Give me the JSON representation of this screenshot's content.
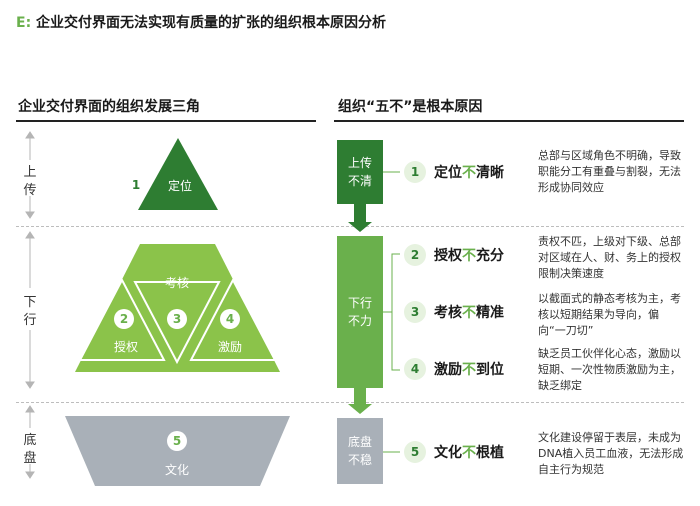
{
  "title": {
    "prefix": "E:",
    "text": "企业交付界面无法实现有质量的扩张的组织根本原因分析"
  },
  "left": {
    "heading": "企业交付界面的组织发展三角",
    "levels": [
      {
        "label": "上\n传"
      },
      {
        "label": "下\n行"
      },
      {
        "label": "底\n盘"
      }
    ],
    "top_triangle": {
      "num": "1",
      "label": "定位"
    },
    "middle": {
      "top": {
        "label": "考核"
      },
      "left": {
        "num": "2",
        "label": "授权"
      },
      "center": {
        "num": "3"
      },
      "right": {
        "num": "4",
        "label": "激励"
      }
    },
    "bottom": {
      "num": "5",
      "label": "文化"
    }
  },
  "right": {
    "heading": "组织“五不”是根本原因",
    "bars": [
      {
        "label": "上传\n不清"
      },
      {
        "label": "下行\n不力"
      },
      {
        "label": "底盘\n不稳"
      }
    ],
    "reasons": [
      {
        "num": "1",
        "pre": "定位",
        "bu": "不",
        "post": "清晰",
        "desc": "总部与区域角色不明确，导致职能分工有重叠与割裂，无法形成协同效应"
      },
      {
        "num": "2",
        "pre": "授权",
        "bu": "不",
        "post": "充分",
        "desc": "责权不匹，上级对下级、总部对区域在人、财、务上的授权限制决策速度"
      },
      {
        "num": "3",
        "pre": "考核",
        "bu": "不",
        "post": "精准",
        "desc": "以截面式的静态考核为主，考核以短期结果为导向，偏向“一刀切”"
      },
      {
        "num": "4",
        "pre": "激励",
        "bu": "不",
        "post": "到位",
        "desc": "缺乏员工伙伴化心态，激励以短期、一次性物质激励为主，缺乏绑定"
      },
      {
        "num": "5",
        "pre": "文化",
        "bu": "不",
        "post": "根植",
        "desc": "文化建设停留于表层，未成为DNA植入员工血液，无法形成自主行为规范"
      }
    ]
  },
  "colors": {
    "dark_green": "#2e7d32",
    "mid_green": "#4caf50",
    "light_green": "#8bc34a",
    "gray": "#a9b0b8",
    "accent": "#6ab04c"
  }
}
